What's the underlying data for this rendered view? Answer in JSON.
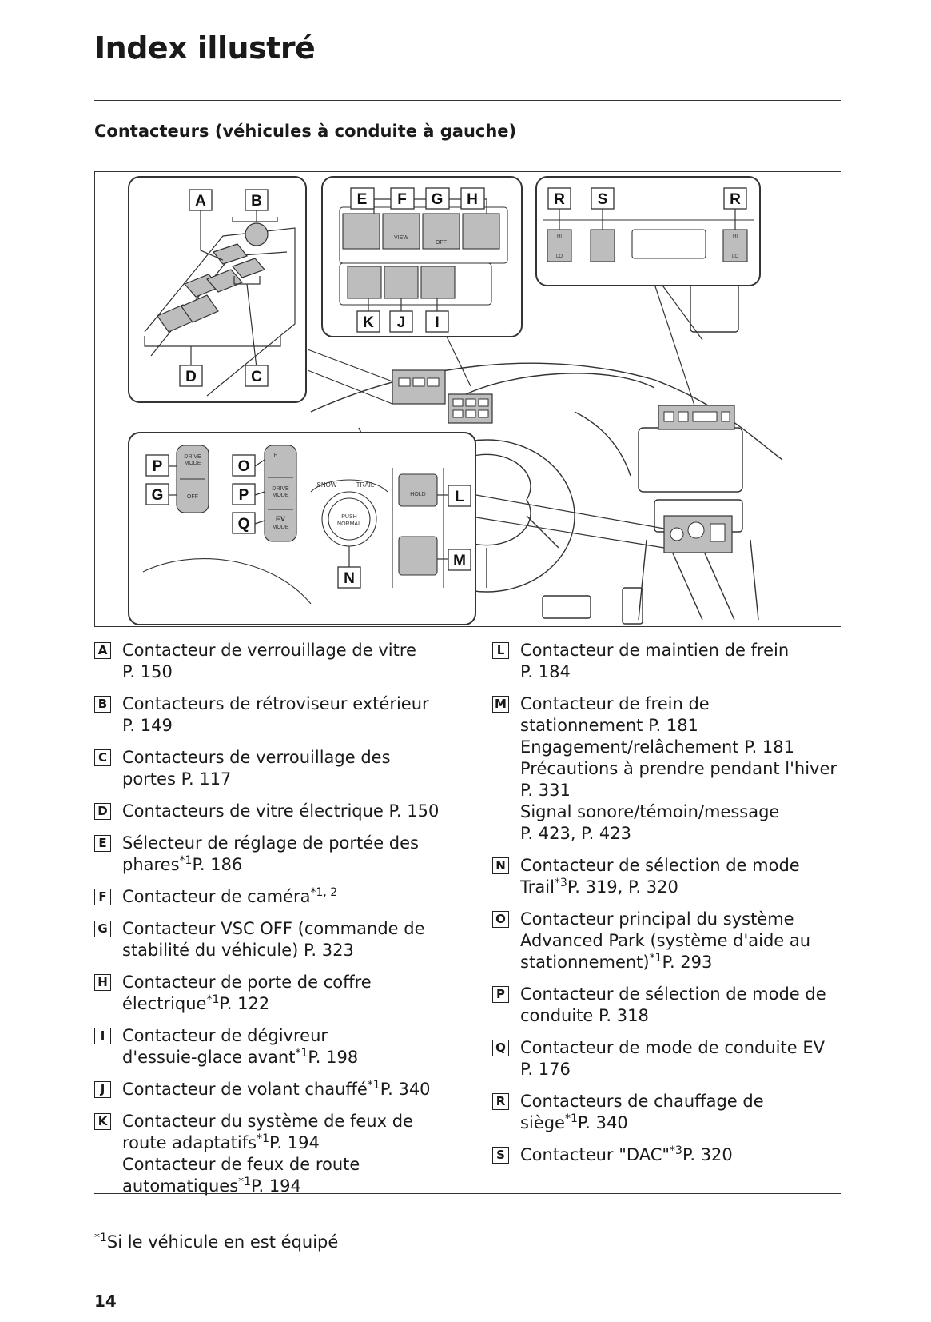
{
  "page": {
    "title": "Index illustré",
    "section_title": "Contacteurs (véhicules à conduite à gauche)",
    "footnote_mark": "*1",
    "footnote_text": "Si le véhicule en est équipé",
    "page_number": "14"
  },
  "illustration": {
    "callouts": [
      "A",
      "B",
      "C",
      "D",
      "E",
      "F",
      "G",
      "H",
      "K",
      "J",
      "I",
      "R",
      "S",
      "P",
      "O",
      "Q",
      "N",
      "L",
      "M"
    ],
    "labels": {
      "snow": "SNOW",
      "trail": "TRAIL",
      "push": "PUSH",
      "normal": "NORMAL",
      "drive": "DRIVE",
      "mode": "MODE",
      "off": "OFF",
      "ev": "EV",
      "view": "VIEW",
      "hold": "HOLD",
      "hi": "HI",
      "lo": "LO",
      "p": "P"
    }
  },
  "entries_left": [
    {
      "key": "A",
      "lines": [
        "Contacteur de verrouillage de vitre",
        "P. 150"
      ]
    },
    {
      "key": "B",
      "lines": [
        "Contacteurs de rétroviseur extérieur",
        "P. 149"
      ]
    },
    {
      "key": "C",
      "lines": [
        "Contacteurs de verrouillage des",
        "portes P. 117"
      ]
    },
    {
      "key": "D",
      "lines": [
        "Contacteurs de vitre électrique P. 150"
      ]
    },
    {
      "key": "E",
      "lines": [
        "Sélecteur de réglage de portée des",
        "phares"
      ],
      "sup": "*1",
      "tail": "P. 186"
    },
    {
      "key": "F",
      "lines": [
        "Contacteur de caméra"
      ],
      "sup": "*1, 2",
      "tail": ""
    },
    {
      "key": "G",
      "lines": [
        "Contacteur VSC OFF (commande de",
        "stabilité du véhicule) P. 323"
      ]
    },
    {
      "key": "H",
      "lines": [
        "Contacteur de porte de coffre",
        "électrique"
      ],
      "sup": "*1",
      "tail": "P. 122"
    },
    {
      "key": "I",
      "lines": [
        "Contacteur de dégivreur",
        "d'essuie-glace avant"
      ],
      "sup": "*1",
      "tail": "P. 198"
    },
    {
      "key": "J",
      "lines": [
        "Contacteur de volant chauffé"
      ],
      "sup": "*1",
      "tail": "P. 340"
    },
    {
      "key": "K",
      "lines": [
        "Contacteur du système de feux de",
        "route adaptatifs"
      ],
      "sup": "*1",
      "tail": "P. 194",
      "extra": [
        "Contacteur de feux de route",
        "automatiques"
      ],
      "extra_sup": "*1",
      "extra_tail": "P. 194"
    }
  ],
  "entries_right": [
    {
      "key": "L",
      "lines": [
        "Contacteur de maintien de frein",
        "P. 184"
      ]
    },
    {
      "key": "M",
      "lines": [
        "Contacteur de frein de",
        "stationnement P. 181",
        "Engagement/relâchement P. 181",
        "Précautions à prendre pendant l'hiver",
        "P. 331",
        "Signal sonore/témoin/message",
        "P. 423, P. 423"
      ]
    },
    {
      "key": "N",
      "lines": [
        "Contacteur de sélection de mode",
        "Trail"
      ],
      "sup": "*3",
      "tail": "P. 319, P. 320"
    },
    {
      "key": "O",
      "lines": [
        "Contacteur principal du système",
        "Advanced Park (système d'aide au",
        "stationnement)"
      ],
      "sup": "*1",
      "tail": "P. 293"
    },
    {
      "key": "P",
      "lines": [
        "Contacteur de sélection de mode de",
        "conduite P. 318"
      ]
    },
    {
      "key": "Q",
      "lines": [
        "Contacteur de mode de conduite EV",
        "P. 176"
      ]
    },
    {
      "key": "R",
      "lines": [
        "Contacteurs de chauffage de",
        "siège"
      ],
      "sup": "*1",
      "tail": "P. 340"
    },
    {
      "key": "S",
      "lines": [
        "Contacteur \"DAC\""
      ],
      "sup": "*3",
      "tail": "P. 320"
    }
  ]
}
